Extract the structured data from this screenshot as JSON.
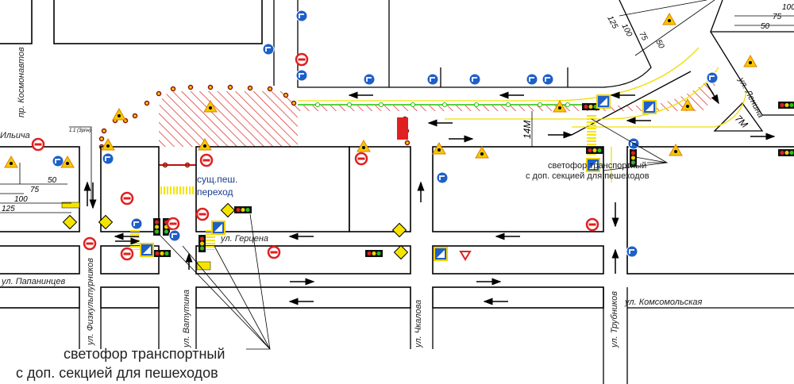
{
  "streets": {
    "kosmonavtov": "пр. Космонавтов",
    "ilicha": "Ильича",
    "papanintsev": "ул. Папанинцев",
    "fizkulturnikov": "ул. Физкультурников",
    "vatutina": "ул. Ватутина",
    "gertsena": "ул. Герцена",
    "chkalova": "ул. Чкалова",
    "trubnikov": "ул. Трубников",
    "komsomolskaya": "ул. Комсомольская",
    "lenina": "ул. Ленина"
  },
  "labels": {
    "crossing_line1": "сущ.пеш.",
    "crossing_line2": "переход",
    "sign_note": "1.1 (Зрпн)",
    "width_main": "14М",
    "width_lenina": "7М"
  },
  "notes": {
    "bottom_line1": "светофор транспортный",
    "bottom_line2": "с доп. секцией для пешеходов",
    "right_line1": "светофор транспортный",
    "right_line2": "с доп. секцией для пешеходов"
  },
  "dimensions": {
    "left": [
      "50",
      "75",
      "100",
      "125"
    ],
    "diagonal": [
      "125",
      "100",
      "75",
      "50"
    ],
    "top_right": [
      "100",
      "75",
      "50"
    ]
  },
  "colors": {
    "hatch": "#e0312b",
    "yellow": "#f5e400",
    "green": "#22c000",
    "sign_blue": "#1f5fc8",
    "sign_red": "#e02020"
  }
}
